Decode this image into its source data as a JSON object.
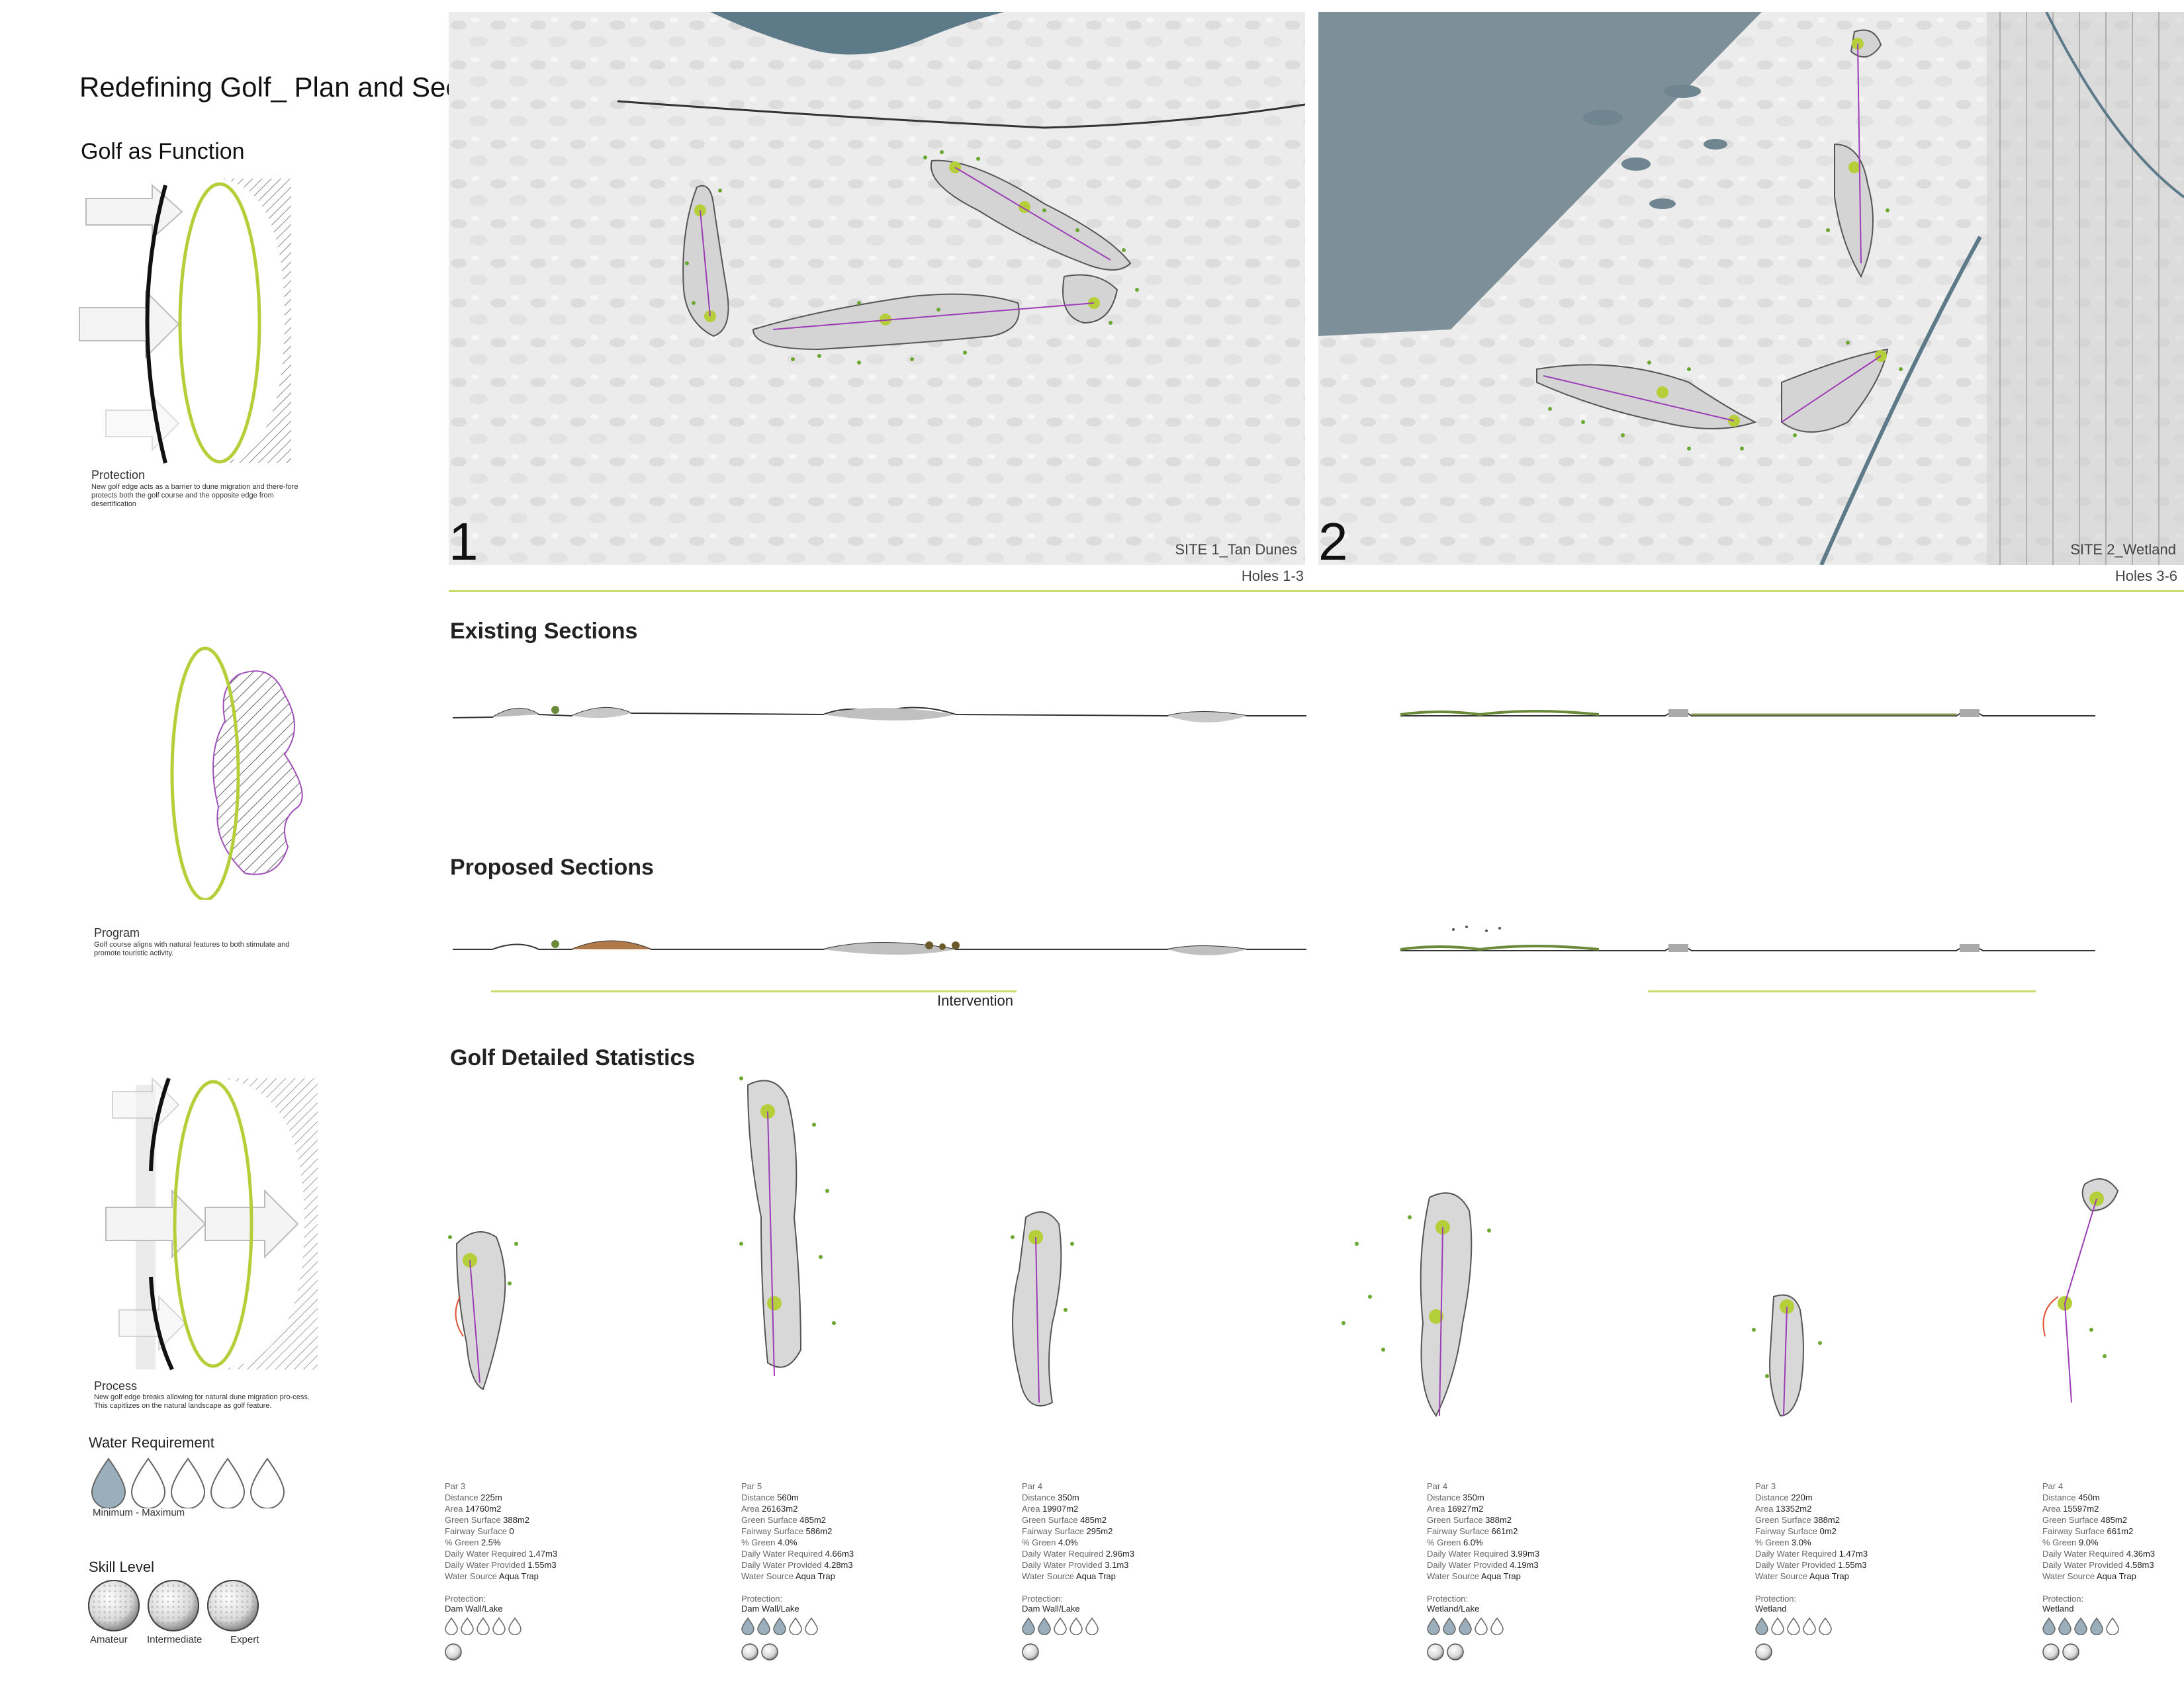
{
  "title": "Redefining Golf_ Plan and Section",
  "subtitle": "Golf as Function",
  "diagrams": [
    {
      "caption": "Protection",
      "text": "New golf edge acts as a barrier to dune migration and there-fore protects both the golf course and the opposite edge from desertification"
    },
    {
      "caption": "Program",
      "text": "Golf course aligns with natural features to both stimulate and promote touristic activity."
    },
    {
      "caption": "Process",
      "text": "New golf edge breaks allowing for natural dune migration pro-cess. This capitlizes on the natural landscape as golf feature."
    }
  ],
  "maps": [
    {
      "number": "1",
      "label": "SITE 1_Tan Dunes",
      "holes": "Holes 1-3"
    },
    {
      "number": "2",
      "label": "SITE 2_Wetland",
      "holes": "Holes 3-6"
    }
  ],
  "sections": {
    "existing": "Existing Sections",
    "proposed": "Proposed Sections",
    "intervention": "Intervention",
    "statistics": "Golf Detailed Statistics"
  },
  "legend": {
    "water_title": "Water Requirement",
    "water_range": "Minimum - Maximum",
    "skill_title": "Skill Level",
    "skill_levels": [
      "Amateur",
      "Intermediate",
      "Expert"
    ]
  },
  "holes": [
    {
      "par": "Par 3",
      "distance": "225m",
      "area": "14760m2",
      "green": "388m2",
      "fairway": "0",
      "pct_green": "2.5%",
      "water_req": "1.47m3",
      "water_prov": "1.55m3",
      "source": "Aqua Trap",
      "protection": "Dam Wall/Lake",
      "water_level": 0,
      "skill": 1
    },
    {
      "par": "Par 5",
      "distance": "560m",
      "area": "26163m2",
      "green": "485m2",
      "fairway": "586m2",
      "pct_green": "4.0%",
      "water_req": "4.66m3",
      "water_prov": "4.28m3",
      "source": "Aqua Trap",
      "protection": "Dam Wall/Lake",
      "water_level": 3,
      "skill": 2
    },
    {
      "par": "Par 4",
      "distance": "350m",
      "area": "19907m2",
      "green": "485m2",
      "fairway": "295m2",
      "pct_green": "4.0%",
      "water_req": "2.96m3",
      "water_prov": "3.1m3",
      "source": "Aqua Trap",
      "protection": "Dam Wall/Lake",
      "water_level": 2,
      "skill": 1
    },
    {
      "par": "Par 4",
      "distance": "350m",
      "area": "16927m2",
      "green": "388m2",
      "fairway": "661m2",
      "pct_green": "6.0%",
      "water_req": "3.99m3",
      "water_prov": "4.19m3",
      "source": "Aqua Trap",
      "protection": "Wetland/Lake",
      "water_level": 3,
      "skill": 2
    },
    {
      "par": "Par 3",
      "distance": "220m",
      "area": "13352m2",
      "green": "388m2",
      "fairway": "0m2",
      "pct_green": "3.0%",
      "water_req": "1.47m3",
      "water_prov": "1.55m3",
      "source": "Aqua Trap",
      "protection": "Wetland",
      "water_level": 1,
      "skill": 1
    },
    {
      "par": "Par 4",
      "distance": "450m",
      "area": "15597m2",
      "green": "485m2",
      "fairway": "661m2",
      "pct_green": "9.0%",
      "water_req": "4.36m3",
      "water_prov": "4.58m3",
      "source": "Aqua Trap",
      "protection": "Wetland",
      "water_level": 4,
      "skill": 2
    }
  ],
  "stat_labels": {
    "distance": "Distance",
    "area": "Area",
    "green": "Green Surface",
    "fairway": "Fairway Surface",
    "pct_green": "% Green",
    "water_req": "Daily Water Required",
    "water_prov": "Daily Water Provided",
    "source": "Water Source",
    "protection": "Protection:"
  },
  "colors": {
    "accent": "#b5cf3a",
    "section_line": "#c9dc6f",
    "route": "#9b3db5",
    "drop_fill": "#9aaebc",
    "water": "#7d9099"
  }
}
